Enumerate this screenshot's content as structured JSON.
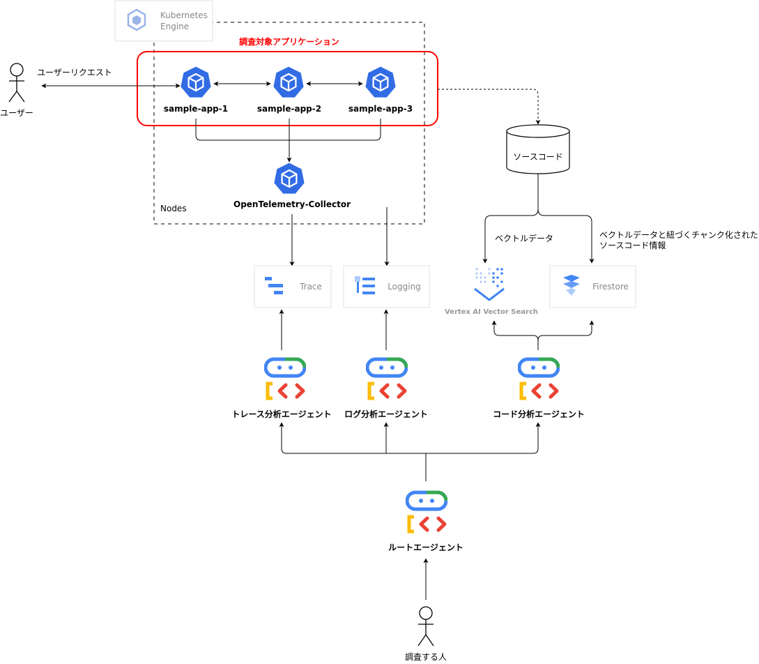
{
  "gke": {
    "line1": "Kubernetes",
    "line2": "Engine"
  },
  "nodes_label": "Nodes",
  "target_app_title": "調査対象アプリケーション",
  "user": {
    "label": "ユーザー",
    "edge_label": "ユーザーリクエスト"
  },
  "apps": [
    "sample-app-1",
    "sample-app-2",
    "sample-app-3"
  ],
  "collector": "OpenTelemetry-Collector",
  "source_code": "ソースコード",
  "vector_edge": "ベクトルデータ",
  "firestore_edge": {
    "line1": "ベクトルデータと紐づくチャンク化された",
    "line2": "ソースコード情報"
  },
  "services": {
    "trace": "Trace",
    "logging": "Logging",
    "vertex": "Vertex AI Vector Search",
    "firestore": "Firestore"
  },
  "agents": {
    "trace": "トレース分析エージェント",
    "log": "ログ分析エージェント",
    "code": "コード分析エージェント",
    "root": "ルートエージェント"
  },
  "investigator": "調査する人",
  "colors": {
    "red": "#ff0000",
    "k8s_blue": "#326ce5",
    "google_blue": "#4285f4",
    "google_green": "#34a853",
    "google_yellow": "#fbbc04",
    "google_red": "#ea4335"
  },
  "icons": {
    "kubernetes_pod": "kubernetes-pod-icon",
    "gke": "gke-icon",
    "trace": "trace-icon",
    "logging": "logging-icon",
    "vertex": "vertex-ai-icon",
    "firestore": "firestore-icon",
    "agent": "agent-robot-icon",
    "person": "person-icon",
    "database": "database-icon"
  }
}
